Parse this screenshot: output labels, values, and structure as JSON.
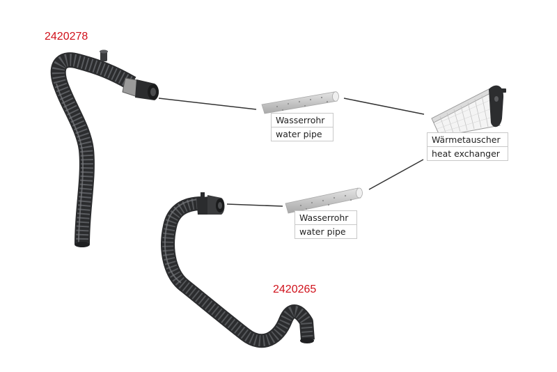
{
  "parts": [
    {
      "part_number": "2420278"
    },
    {
      "part_number": "2420265"
    }
  ],
  "labels": {
    "water_pipe_upper": {
      "de": "Wasserrohr",
      "en": "water pipe"
    },
    "water_pipe_lower": {
      "de": "Wasserrohr",
      "en": "water pipe"
    },
    "heat_exchanger": {
      "de": "Wärmetauscher",
      "en": "heat exchanger"
    }
  },
  "colors": {
    "part_number": "#d0101a",
    "hose": "#3a3b3d",
    "leader_line": "#333333",
    "pipe": "#c9c9c9"
  }
}
